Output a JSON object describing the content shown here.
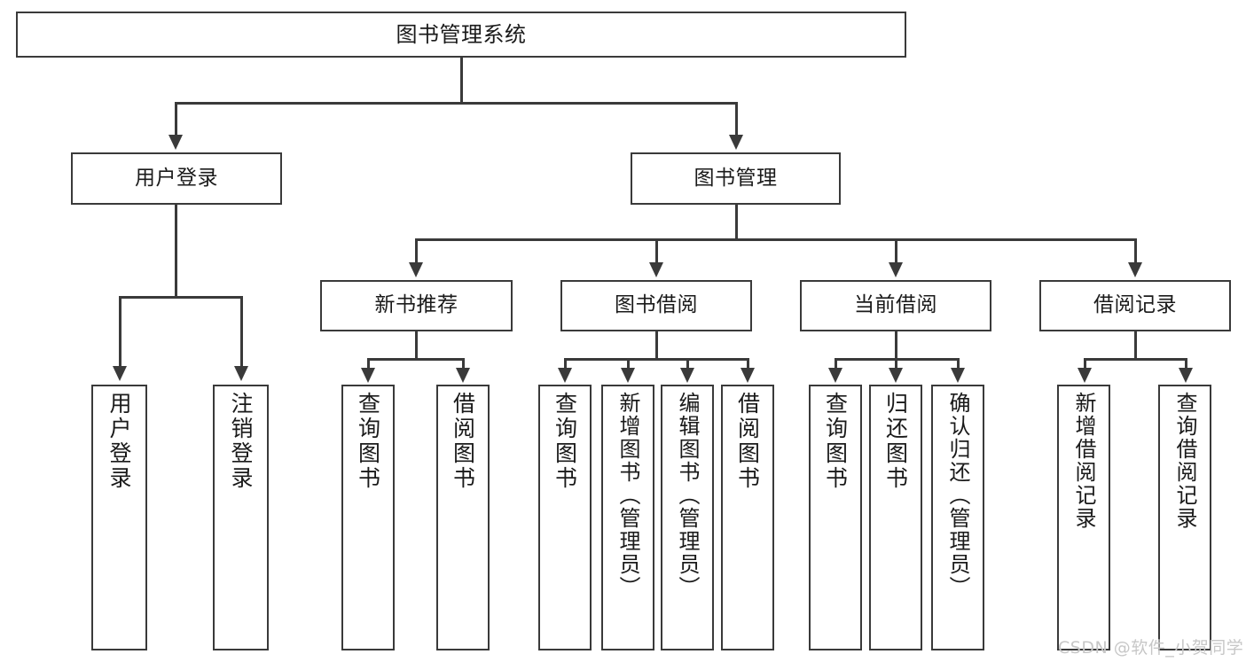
{
  "diagram": {
    "title": "图书管理系统",
    "root": {
      "label": "图书管理系统"
    },
    "level2": [
      {
        "label": "用户登录"
      },
      {
        "label": "图书管理"
      }
    ],
    "level3": [
      {
        "label": "新书推荐"
      },
      {
        "label": "图书借阅"
      },
      {
        "label": "当前借阅"
      },
      {
        "label": "借阅记录"
      }
    ],
    "leaves": {
      "user_login": [
        {
          "label": "用户登录"
        },
        {
          "label": "注销登录"
        }
      ],
      "new_book_recommend": [
        {
          "label": "查询图书"
        },
        {
          "label": "借阅图书"
        }
      ],
      "book_borrow": [
        {
          "label": "查询图书"
        },
        {
          "label": "新增图书（管理员）"
        },
        {
          "label": "编辑图书（管理员）"
        },
        {
          "label": "借阅图书"
        }
      ],
      "current_borrow": [
        {
          "label": "查询图书"
        },
        {
          "label": "归还图书"
        },
        {
          "label": "确认归还（管理员）"
        }
      ],
      "borrow_records": [
        {
          "label": "新增借阅记录"
        },
        {
          "label": "查询借阅记录"
        }
      ]
    }
  },
  "watermark": {
    "text": "CSDN @软件_小贺同学"
  },
  "colors": {
    "stroke": "#3a3a3a",
    "text": "#1a1a1a",
    "background": "#ffffff",
    "watermark": "#c7c7c7"
  }
}
